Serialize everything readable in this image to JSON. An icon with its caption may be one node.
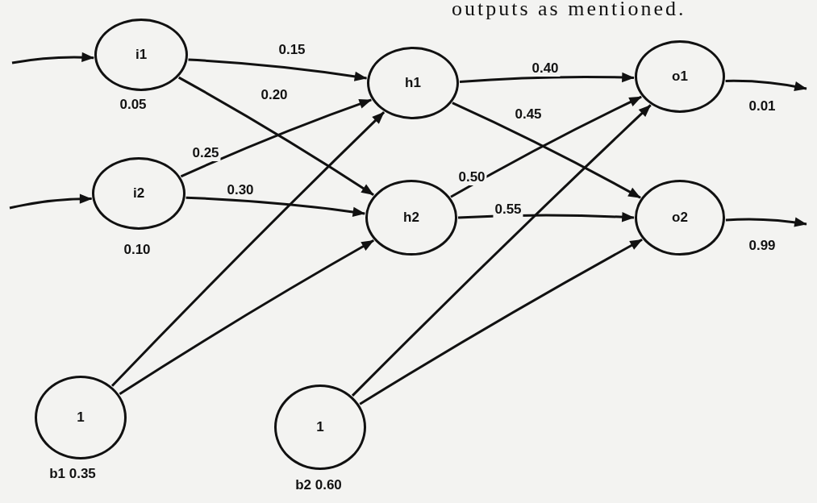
{
  "diagram": {
    "nodes": [
      {
        "text": [
          "i1"
        ],
        "beside": [
          "0.05"
        ]
      },
      {
        "text": [
          "i2"
        ],
        "beside": [
          "0.10"
        ]
      },
      {
        "text": [
          "h1"
        ]
      },
      {
        "text": [
          "h2"
        ]
      },
      {
        "text": [
          "o1"
        ]
      },
      {
        "text": [
          "o2"
        ]
      },
      {
        "text": [
          "1"
        ],
        "beside": [
          "b1 0.35"
        ]
      },
      {
        "text": [
          "1"
        ],
        "beside": [
          "b2 0.60"
        ]
      }
    ],
    "edges": [
      {
        "from": null,
        "to": 0,
        "arrow": "to"
      },
      {
        "from": null,
        "to": 1,
        "arrow": "to"
      },
      {
        "from": 0,
        "to": 2,
        "label": "0.15",
        "arrow": "to"
      },
      {
        "from": 0,
        "to": 3,
        "label": "0.20",
        "arrow": "to"
      },
      {
        "from": 1,
        "to": 2,
        "label": "0.25",
        "arrow": "to"
      },
      {
        "from": 1,
        "to": 3,
        "label": "0.30",
        "arrow": "to"
      },
      {
        "from": 2,
        "to": 4,
        "label": "0.40",
        "arrow": "to"
      },
      {
        "from": 2,
        "to": 5,
        "label": "0.45",
        "arrow": "to"
      },
      {
        "from": 3,
        "to": 4,
        "label": "0.50",
        "arrow": "to"
      },
      {
        "from": 3,
        "to": 5,
        "label": "0.55",
        "arrow": "to"
      },
      {
        "from": 6,
        "to": 2,
        "arrow": "to"
      },
      {
        "from": 6,
        "to": 3,
        "arrow": "to"
      },
      {
        "from": 7,
        "to": 4,
        "arrow": "to"
      },
      {
        "from": 7,
        "to": 5,
        "arrow": "to"
      },
      {
        "from": 4,
        "to": null,
        "label": "0.01",
        "arrow": "to"
      },
      {
        "from": 5,
        "to": null,
        "label": "0.99",
        "arrow": "to"
      }
    ],
    "labels": [
      "outputs as mentioned."
    ]
  }
}
